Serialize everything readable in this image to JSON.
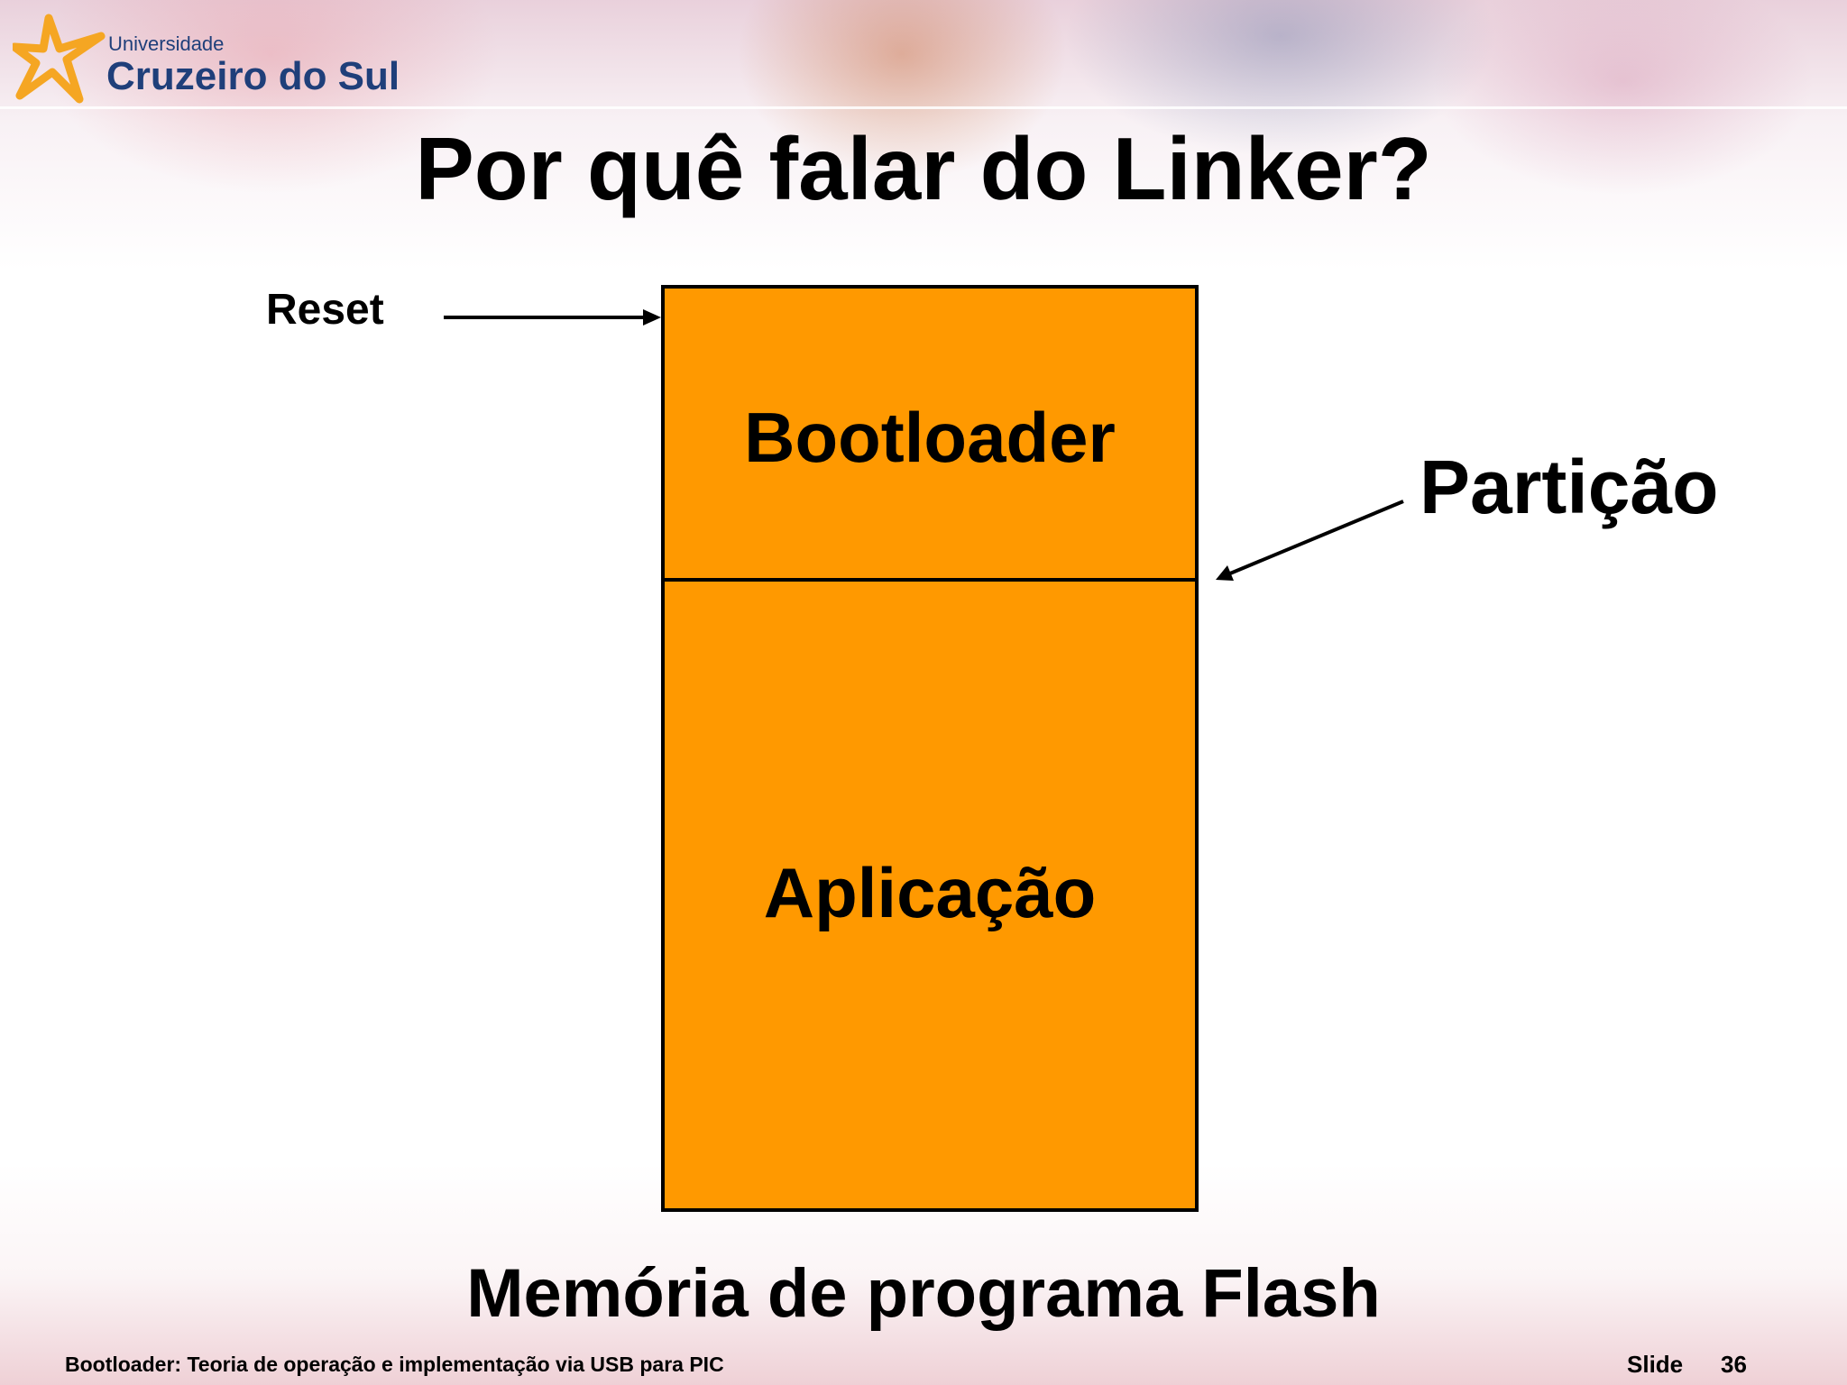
{
  "header": {
    "logo_small": "Universidade",
    "logo_big": "Cruzeiro do Sul"
  },
  "slide": {
    "title": "Por quê falar do Linker?",
    "caption": "Memória de programa Flash"
  },
  "diagram": {
    "block_top": "Bootloader",
    "block_bottom": "Aplicação",
    "left_label": "Reset",
    "right_label": "Partição"
  },
  "footer": {
    "text": "Bootloader: Teoria de operação e implementação via USB para PIC",
    "slide_label": "Slide",
    "slide_number": "36"
  },
  "colors": {
    "block_fill": "#ff9900",
    "logo_text": "#1f3f7a",
    "logo_star": "#f5a623"
  }
}
